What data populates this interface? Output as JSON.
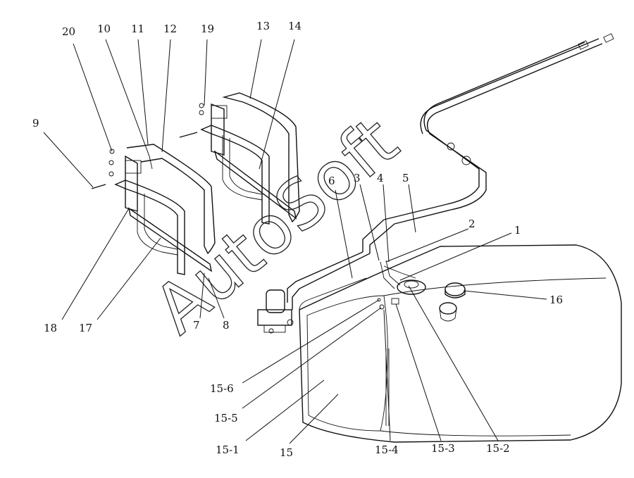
{
  "watermark": "AutoSoft",
  "callouts": [
    {
      "id": "c20",
      "text": "20"
    },
    {
      "id": "c10",
      "text": "10"
    },
    {
      "id": "c11",
      "text": "11"
    },
    {
      "id": "c12",
      "text": "12"
    },
    {
      "id": "c19",
      "text": "19"
    },
    {
      "id": "c13",
      "text": "13"
    },
    {
      "id": "c14",
      "text": "14"
    },
    {
      "id": "c9",
      "text": "9"
    },
    {
      "id": "c6",
      "text": "6"
    },
    {
      "id": "c3",
      "text": "3"
    },
    {
      "id": "c4",
      "text": "4"
    },
    {
      "id": "c5",
      "text": "5"
    },
    {
      "id": "c2",
      "text": "2"
    },
    {
      "id": "c1",
      "text": "1"
    },
    {
      "id": "c16",
      "text": "16"
    },
    {
      "id": "c18",
      "text": "18"
    },
    {
      "id": "c17",
      "text": "17"
    },
    {
      "id": "c7",
      "text": "7"
    },
    {
      "id": "c8",
      "text": "8"
    },
    {
      "id": "c15-6",
      "text": "15-6"
    },
    {
      "id": "c15-5",
      "text": "15-5"
    },
    {
      "id": "c15-1",
      "text": "15-1"
    },
    {
      "id": "c15",
      "text": "15"
    },
    {
      "id": "c15-4",
      "text": "15-4"
    },
    {
      "id": "c15-3",
      "text": "15-3"
    },
    {
      "id": "c15-2",
      "text": "15-2"
    }
  ]
}
